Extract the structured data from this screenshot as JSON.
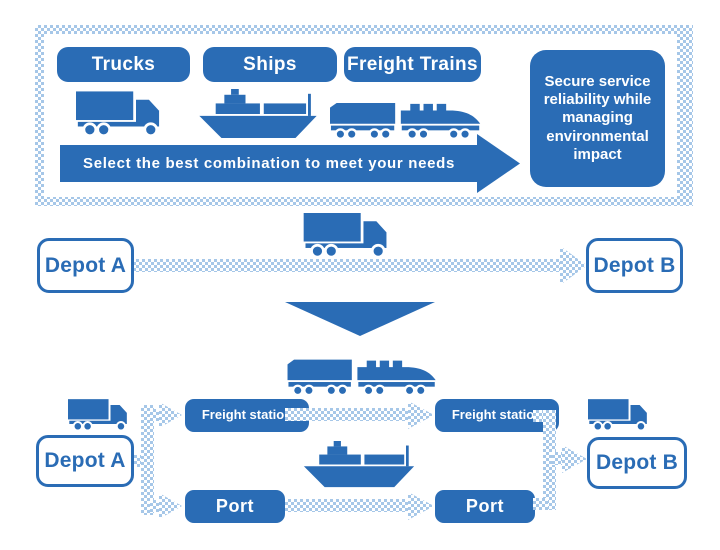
{
  "palette": {
    "blue": "#2a6cb5",
    "light_blue": "#a6c7e8"
  },
  "header": {
    "modes": [
      {
        "label": "Trucks",
        "icon": "truck-icon"
      },
      {
        "label": "Ships",
        "icon": "ship-icon"
      },
      {
        "label": "Freight Trains",
        "icon": "freight-train-icon"
      }
    ],
    "arrow_label": "Select the best combination to meet your needs",
    "benefit": "Secure service reliability while managing environmental impact"
  },
  "before_route": {
    "from": "Depot A",
    "to": "Depot B"
  },
  "after_route": {
    "from": "Depot A",
    "to": "Depot B",
    "rail_leg": {
      "from": "Freight station",
      "to": "Freight station"
    },
    "sea_leg": {
      "from": "Port",
      "to": "Port"
    }
  }
}
